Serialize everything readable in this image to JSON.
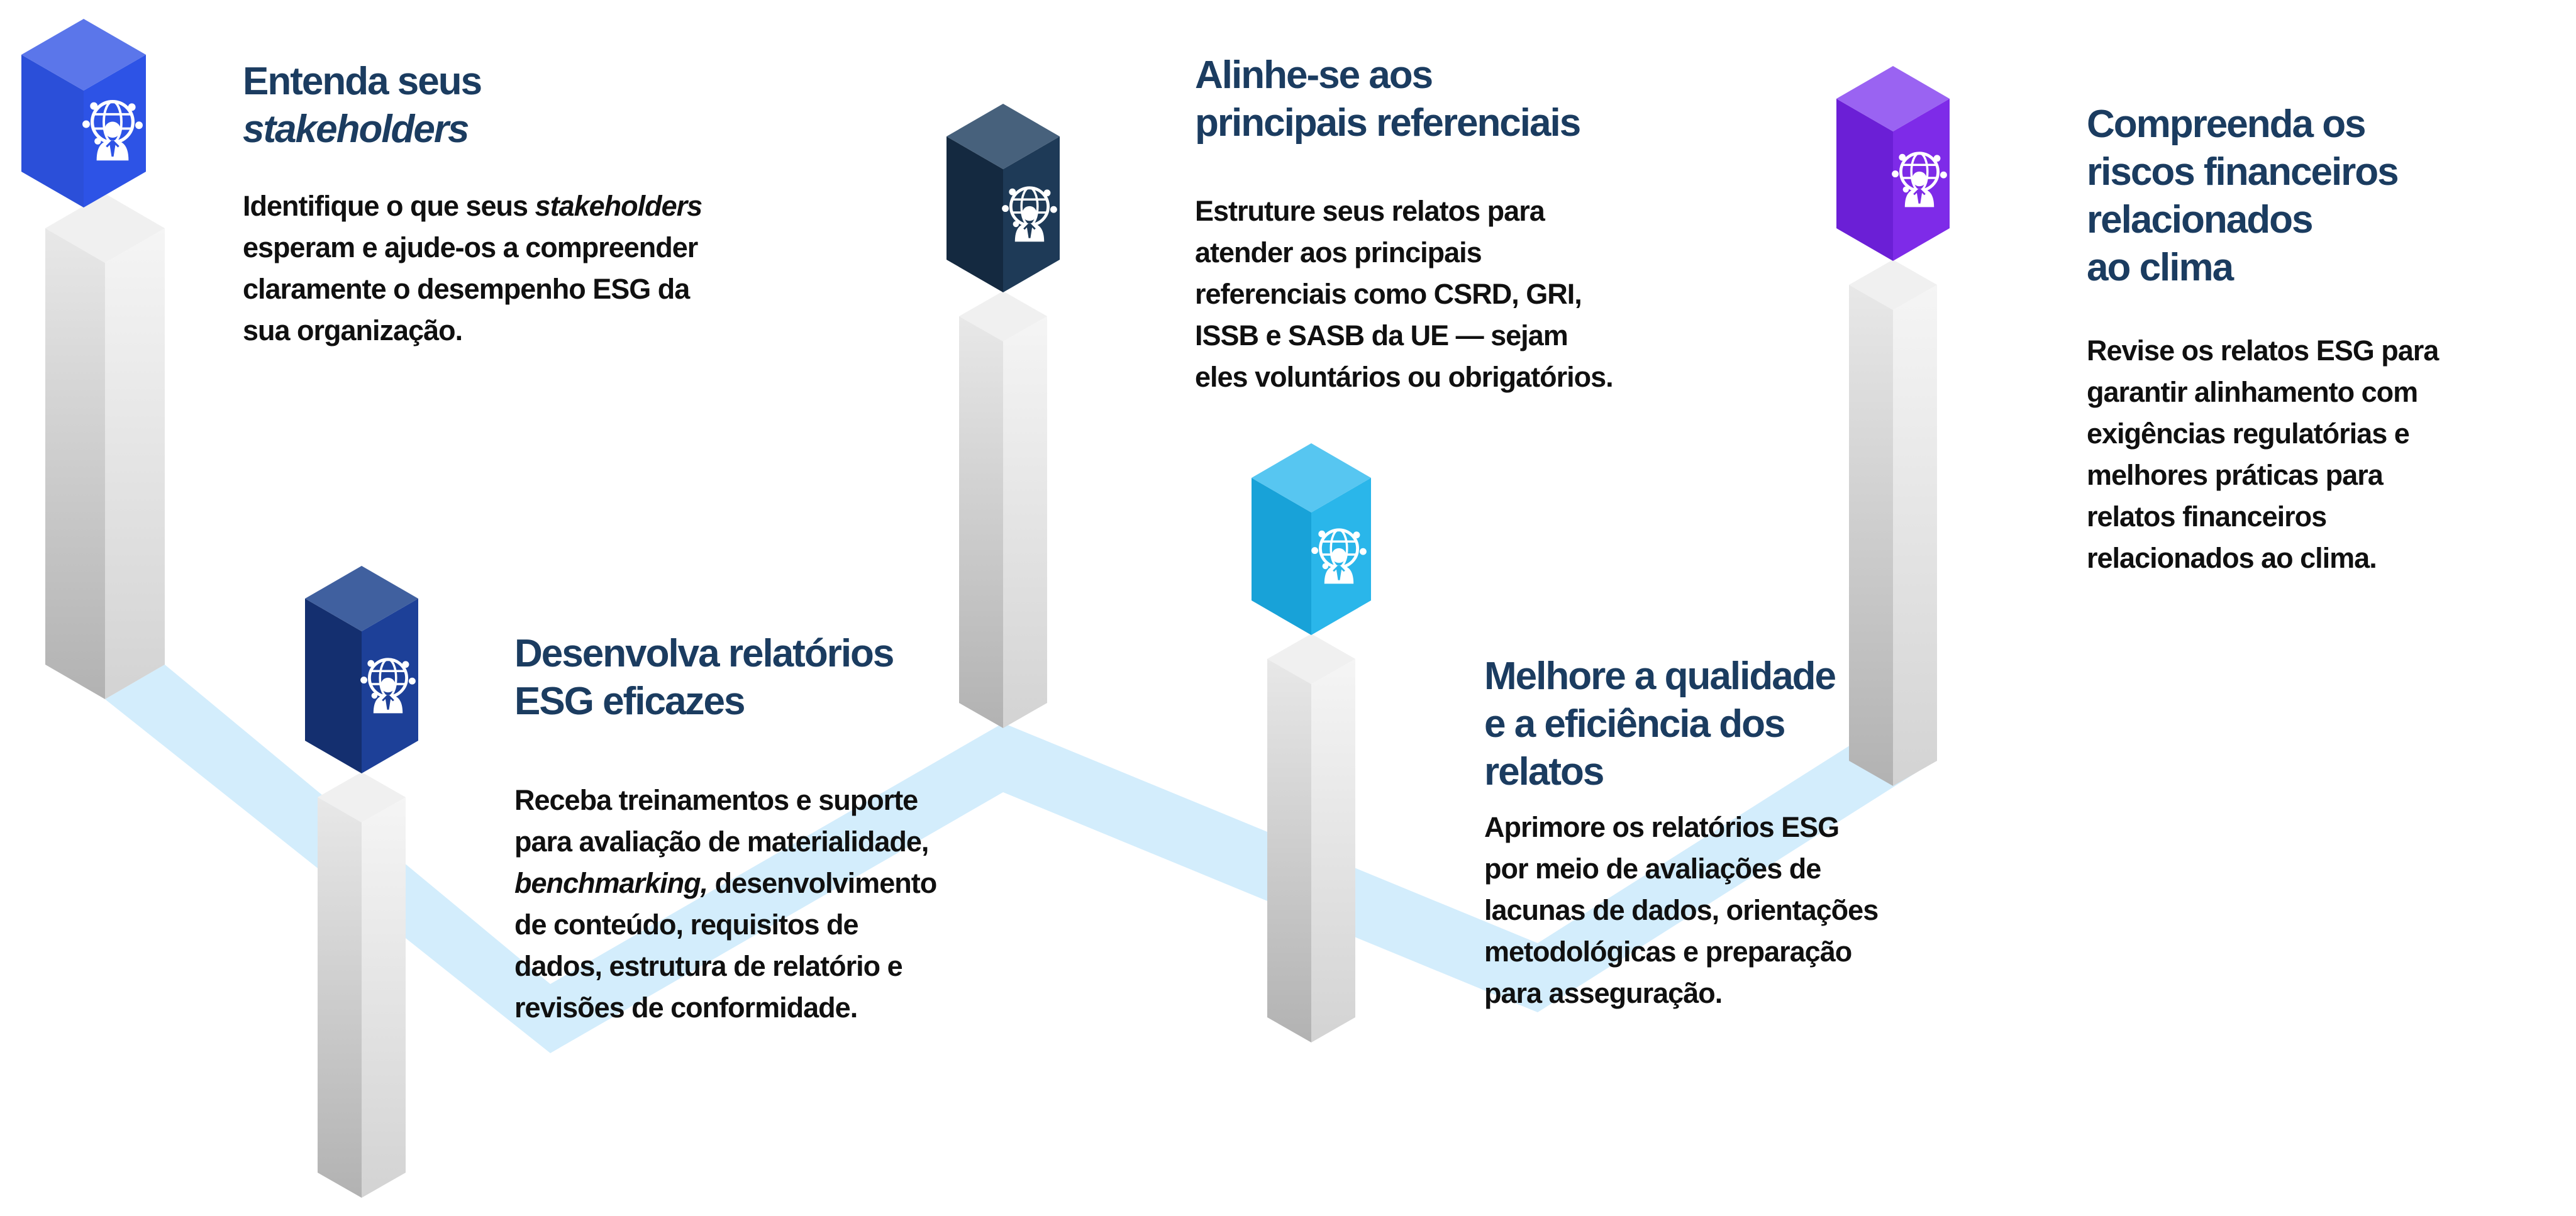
{
  "theme": {
    "background": "#ffffff",
    "title_color": "#1b3c60",
    "body_color": "#101010",
    "ribbon_color": "#d3edfc",
    "pedestal_top": "#f0f0f0",
    "pedestal_left_start": "#e8e8e8",
    "pedestal_left_end": "#b2b2b2",
    "pedestal_right_start": "#f5f5f5",
    "pedestal_right_end": "#d3d3d3"
  },
  "steps": [
    {
      "name": "entenda-stakeholders",
      "icon": "globe-network-person",
      "colors": {
        "left": "#2b4fd9",
        "right": "#2d53e6",
        "top": "#5b76ea"
      },
      "title_lines": [
        [
          {
            "text": "Entenda seus"
          }
        ],
        [
          {
            "text": "stakeholders",
            "italic": true
          }
        ]
      ],
      "body_lines": [
        [
          {
            "text": "Identifique o que seus "
          },
          {
            "text": "stakeholders",
            "italic": true
          }
        ],
        [
          {
            "text": "esperam e ajude-os a compreender"
          }
        ],
        [
          {
            "text": "claramente o desempenho ESG da"
          }
        ],
        [
          {
            "text": "sua organização."
          }
        ]
      ]
    },
    {
      "name": "desenvolva-relatorios-esg",
      "icon": "globe-network-person",
      "colors": {
        "left": "#142f6f",
        "right": "#1d4098",
        "top": "#40609f"
      },
      "title_lines": [
        [
          {
            "text": "Desenvolva relatórios"
          }
        ],
        [
          {
            "text": "ESG eficazes"
          }
        ]
      ],
      "body_lines": [
        [
          {
            "text": "Receba treinamentos e suporte"
          }
        ],
        [
          {
            "text": "para avaliação de materialidade,"
          }
        ],
        [
          {
            "text": "benchmarking,",
            "italic": true
          },
          {
            "text": " desenvolvimento"
          }
        ],
        [
          {
            "text": "de conteúdo, requisitos de"
          }
        ],
        [
          {
            "text": "dados, estrutura de relatório e"
          }
        ],
        [
          {
            "text": "revisões de conformidade."
          }
        ]
      ]
    },
    {
      "name": "alinhe-se-referenciais",
      "icon": "globe-network-person",
      "colors": {
        "left": "#142940",
        "right": "#1e3a57",
        "top": "#47617c"
      },
      "title_lines": [
        [
          {
            "text": "Alinhe-se aos"
          }
        ],
        [
          {
            "text": "principais referenciais"
          }
        ]
      ],
      "body_lines": [
        [
          {
            "text": "Estruture seus relatos para"
          }
        ],
        [
          {
            "text": "atender aos principais"
          }
        ],
        [
          {
            "text": "referenciais como CSRD, GRI,"
          }
        ],
        [
          {
            "text": "ISSB e SASB da UE — sejam"
          }
        ],
        [
          {
            "text": "eles voluntários ou obrigatórios."
          }
        ]
      ]
    },
    {
      "name": "melhore-qualidade-eficiencia",
      "icon": "globe-network-person",
      "colors": {
        "left": "#18a2d8",
        "right": "#2ab6ea",
        "top": "#57c6f1"
      },
      "title_lines": [
        [
          {
            "text": "Melhore a qualidade"
          }
        ],
        [
          {
            "text": "e a eficiência dos"
          }
        ],
        [
          {
            "text": "relatos"
          }
        ]
      ],
      "body_lines": [
        [
          {
            "text": "Aprimore os relatórios ESG"
          }
        ],
        [
          {
            "text": "por meio de avaliações de"
          }
        ],
        [
          {
            "text": "lacunas de dados, orientações"
          }
        ],
        [
          {
            "text": "metodológicas e preparação"
          }
        ],
        [
          {
            "text": "para asseguração."
          }
        ]
      ]
    },
    {
      "name": "compreenda-riscos-clima",
      "icon": "globe-network-person",
      "colors": {
        "left": "#6b1fd6",
        "right": "#7e2be8",
        "top": "#9a63f2"
      },
      "title_lines": [
        [
          {
            "text": "Compreenda os"
          }
        ],
        [
          {
            "text": "riscos financeiros"
          }
        ],
        [
          {
            "text": "relacionados"
          }
        ],
        [
          {
            "text": "ao clima"
          }
        ]
      ],
      "body_lines": [
        [
          {
            "text": "Revise os relatos ESG para"
          }
        ],
        [
          {
            "text": "garantir alinhamento com"
          }
        ],
        [
          {
            "text": "exigências regulatórias e"
          }
        ],
        [
          {
            "text": "melhores práticas para"
          }
        ],
        [
          {
            "text": "relatos financeiros"
          }
        ],
        [
          {
            "text": "relacionados ao clima."
          }
        ]
      ]
    }
  ]
}
